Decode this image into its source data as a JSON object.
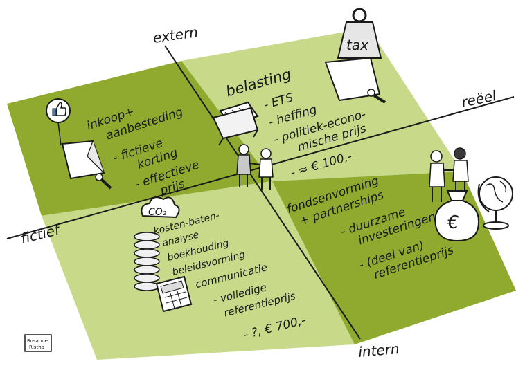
{
  "axes": {
    "top": "extern",
    "bottom": "intern",
    "left": "fictief",
    "right": "reëel"
  },
  "quadrants": {
    "top_left": {
      "title": [
        "inkoop+",
        "aanbesteding"
      ],
      "items": [
        [
          "- fictieve",
          "korting"
        ],
        [
          "- effectieve",
          "prijs"
        ]
      ]
    },
    "top_right": {
      "title": [
        "belasting"
      ],
      "items": [
        [
          "- ETS"
        ],
        [
          "- heffing"
        ],
        [
          "- politiek-econo-",
          "mische prijs"
        ],
        [
          "- ≈ € 100,-"
        ]
      ],
      "weight_label": "tax"
    },
    "bottom_left": {
      "title": [
        "kosten-baten-",
        "analyse",
        "boekhouding",
        "beleidsvorming",
        "communicatie"
      ],
      "items": [
        [
          "- volledige",
          "referentieprijs"
        ],
        [
          "- ?, € 700,-"
        ]
      ],
      "cloud_label": "CO₂"
    },
    "bottom_right": {
      "title": [
        "fondsenvorming",
        "+ partnerships"
      ],
      "items": [
        [
          "- duurzame",
          "investeringen"
        ],
        [
          "- (deel van)",
          "referentieprijs"
        ]
      ],
      "bag_symbol": "€"
    }
  },
  "signature": [
    "Rosanne",
    "Ristha"
  ],
  "colors": {
    "dark_green": "#8faa2e",
    "light_green": "#c9d98a",
    "ink": "#1a1a1a",
    "paper": "#ffffff"
  }
}
